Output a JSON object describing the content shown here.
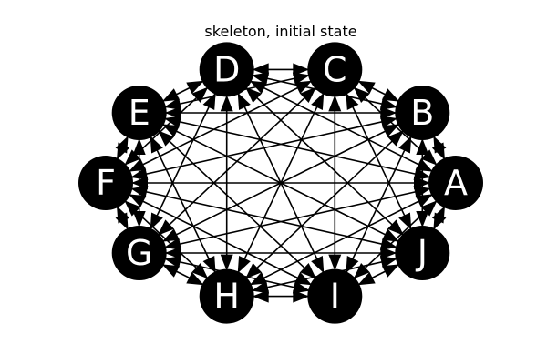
{
  "title": "skeleton, initial state",
  "colors": {
    "node_fill": "#000000",
    "edge": "#000000",
    "label": "#ffffff",
    "background": "#ffffff"
  },
  "graph": {
    "type": "complete-directed-graph",
    "layout": "circular",
    "nodes": [
      "A",
      "B",
      "C",
      "D",
      "E",
      "F",
      "G",
      "H",
      "I",
      "J"
    ],
    "edges": "all-pairs, both directions"
  }
}
